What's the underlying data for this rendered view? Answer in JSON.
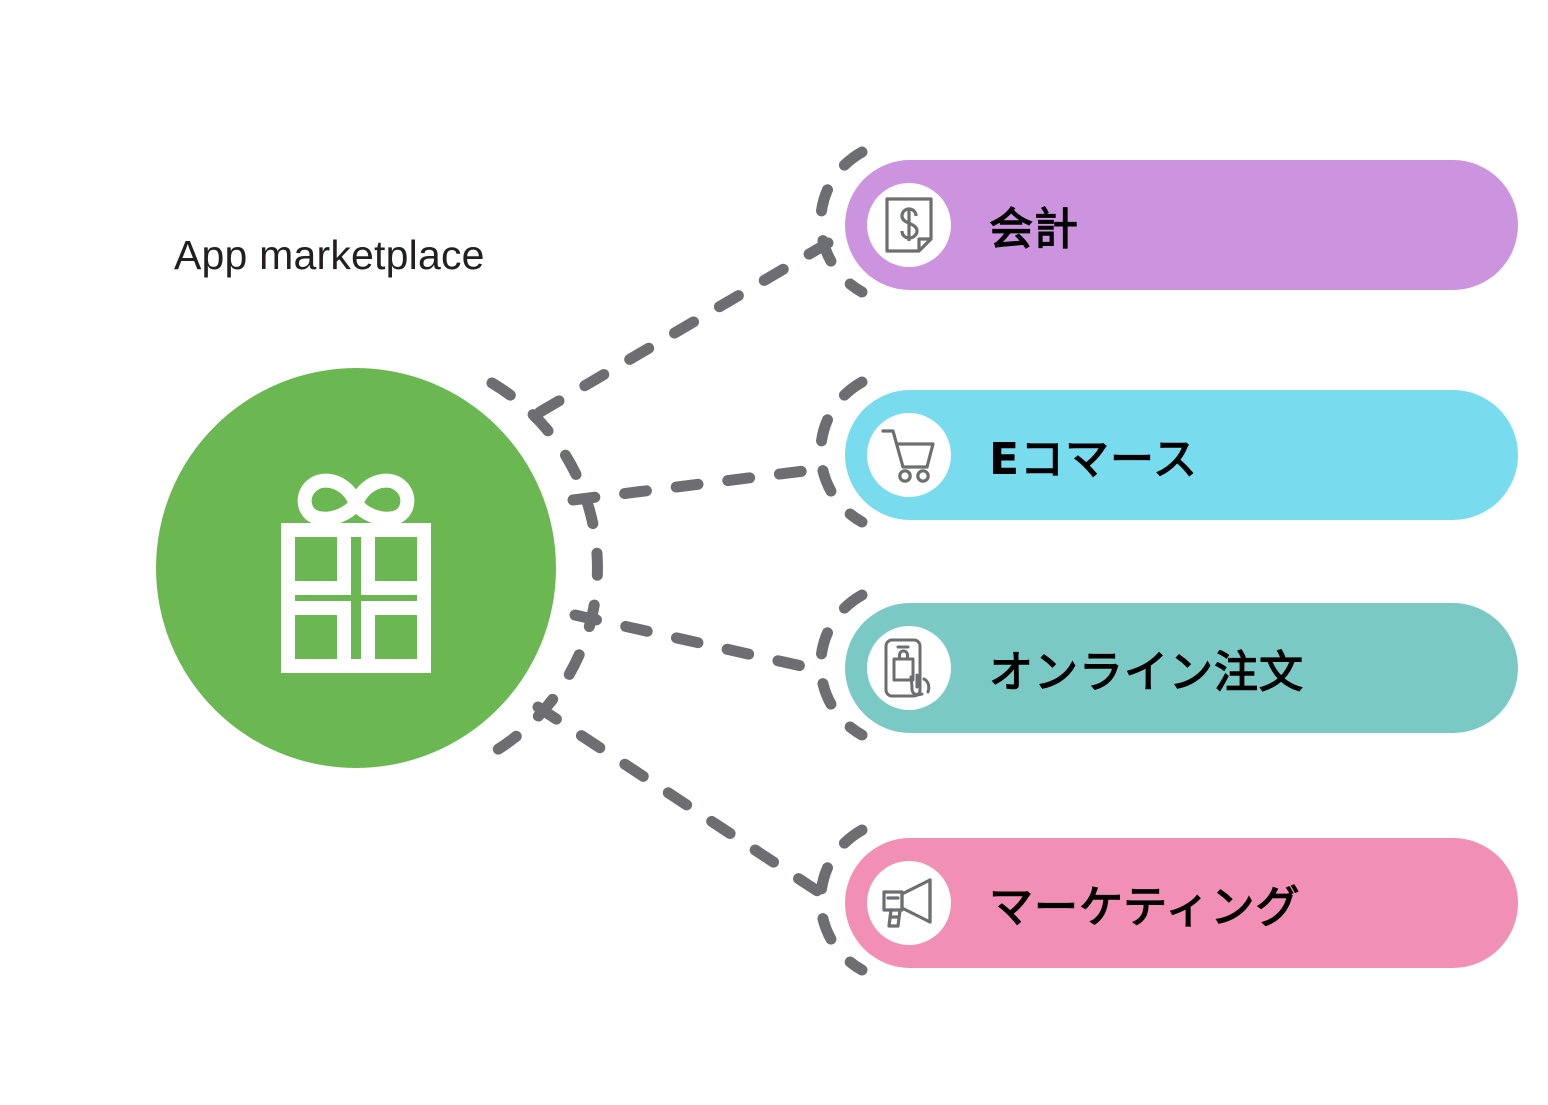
{
  "diagram": {
    "title": "App marketplace",
    "type": "hub-and-spoke",
    "background_color": "#FFFFFF",
    "connector_color": "#6D6E71",
    "connector_style": "dashed"
  },
  "hub": {
    "label": "App marketplace",
    "icon": "gift-box-icon",
    "color": "#6BB752",
    "icon_color": "#FFFFFF"
  },
  "branches": [
    {
      "label": "会計",
      "icon": "invoice-dollar-icon",
      "color": "#CC93DE",
      "icon_bg": "#FFFFFF",
      "icon_color": "#6D6E71",
      "text_color": "#000000"
    },
    {
      "label": "Eコマース",
      "icon": "shopping-cart-icon",
      "color": "#79DBEE",
      "icon_bg": "#FFFFFF",
      "icon_color": "#6D6E71",
      "text_color": "#000000"
    },
    {
      "label": "オンライン注文",
      "icon": "mobile-shopping-hand-icon",
      "color": "#7BC9C5",
      "icon_bg": "#FFFFFF",
      "icon_color": "#6D6E71",
      "text_color": "#000000"
    },
    {
      "label": "マーケティング",
      "icon": "megaphone-icon",
      "color": "#F28FB4",
      "icon_bg": "#FFFFFF",
      "icon_color": "#6D6E71",
      "text_color": "#000000"
    }
  ]
}
